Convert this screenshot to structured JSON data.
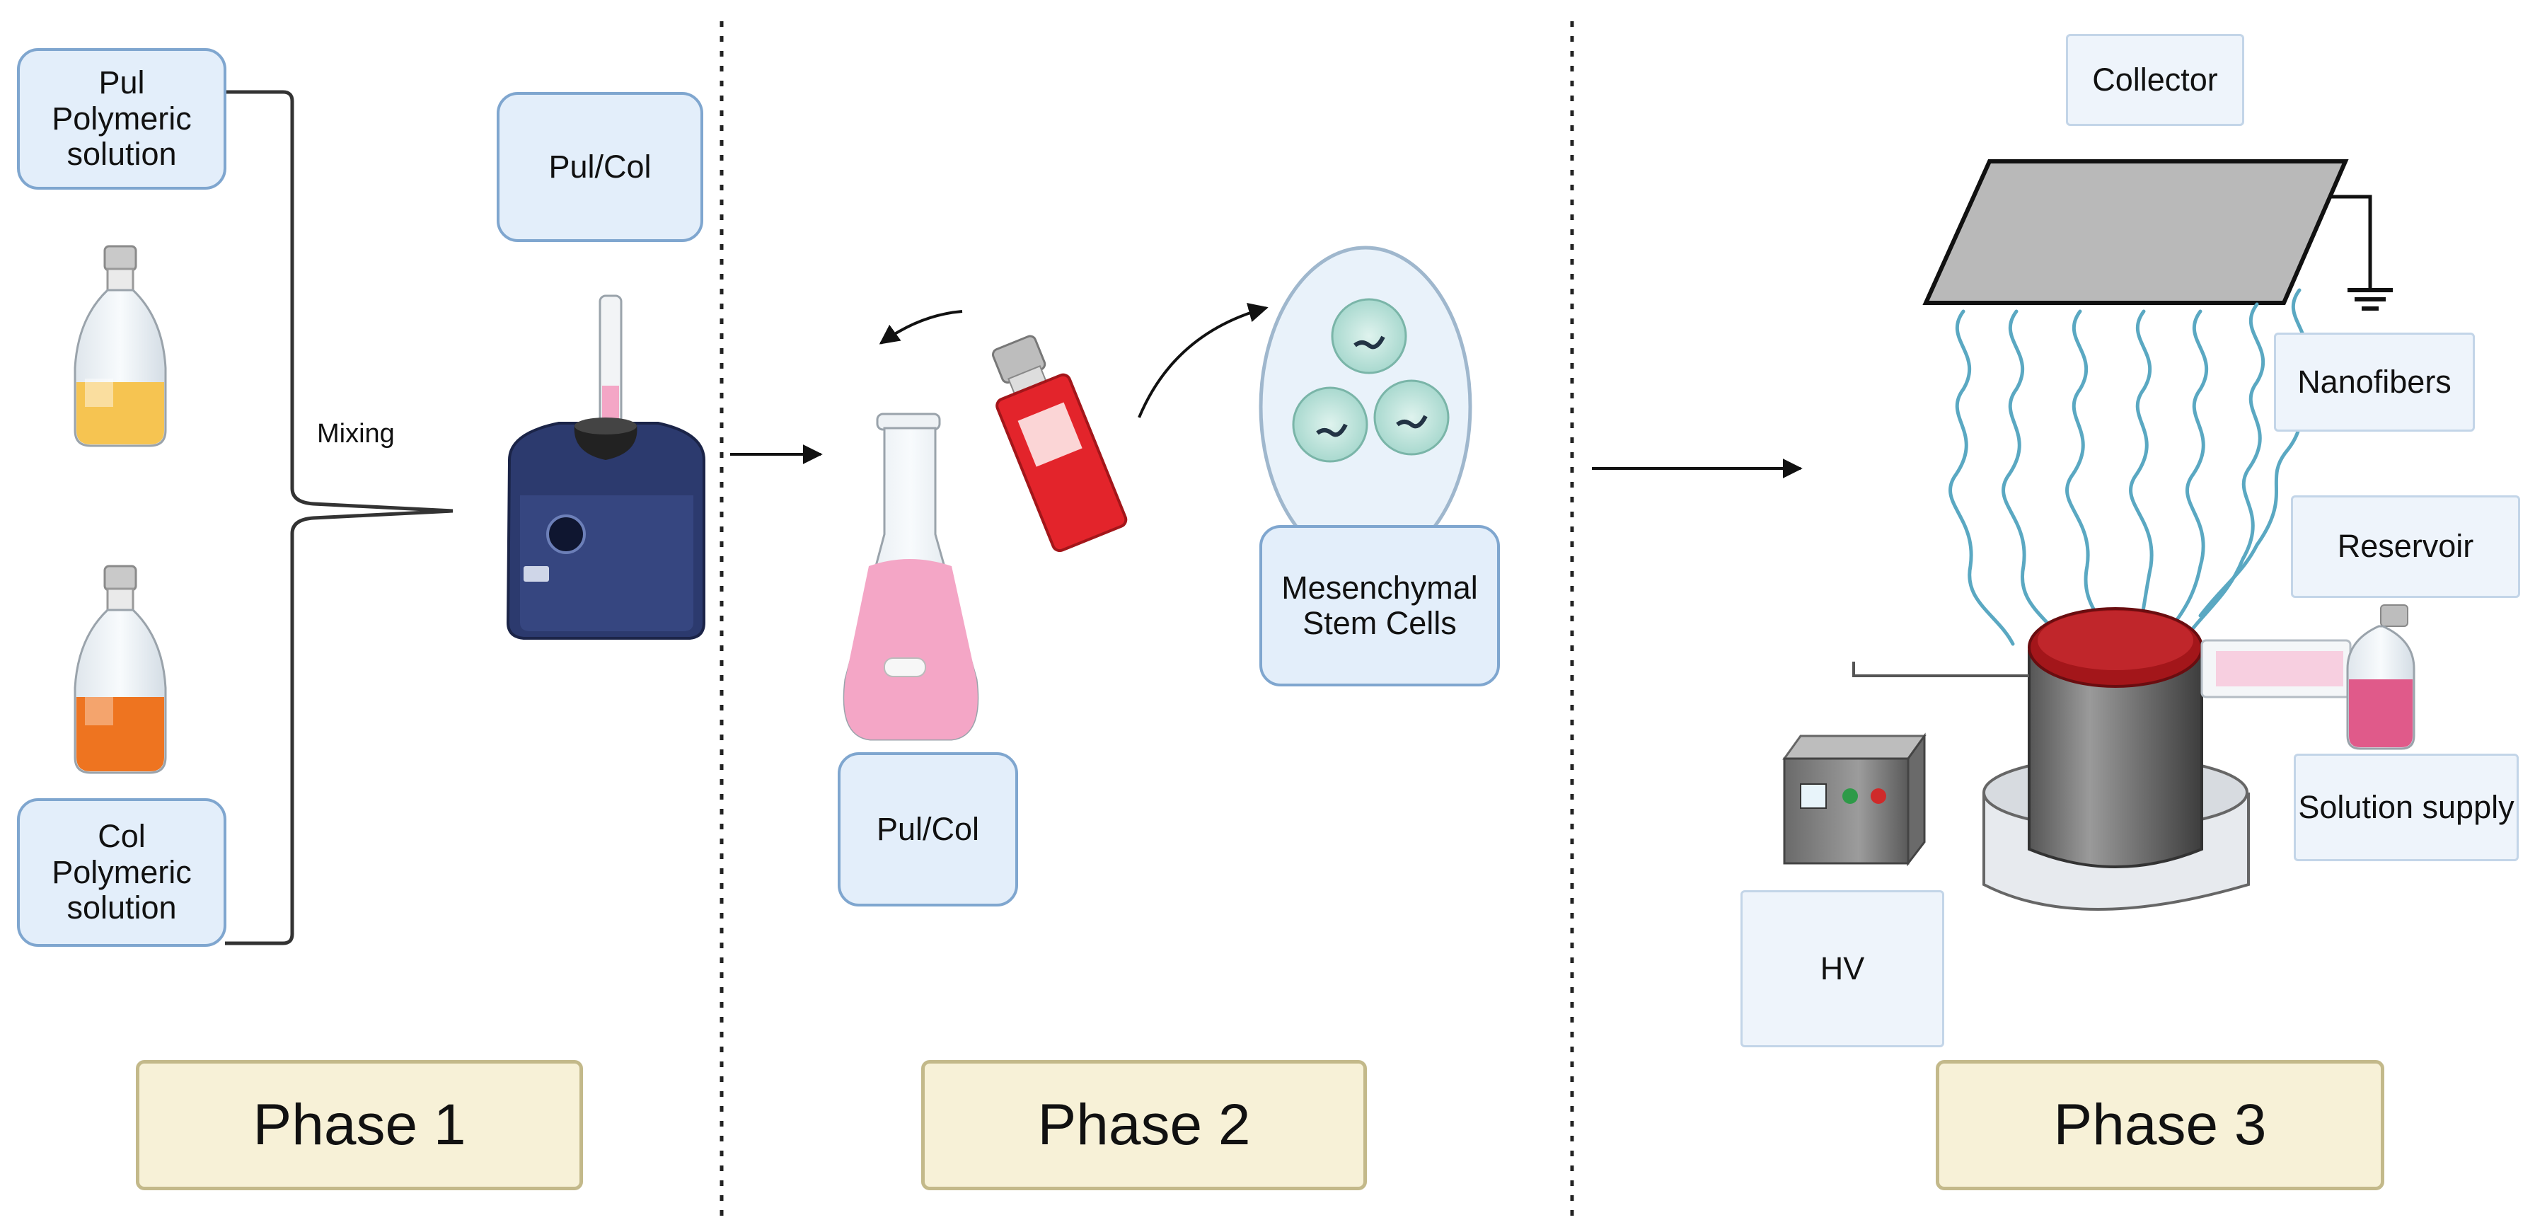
{
  "colors": {
    "label_fill": "#e3eefa",
    "label_border": "#7fa6cf",
    "phase_fill": "#f7f1d7",
    "phase_border": "#c3b98a",
    "pul_solution": "#f6c451",
    "col_solution": "#ee7420",
    "pul_col_mix": "#f4a6c6",
    "fiber": "#5aa8c2",
    "spinneret_cap": "#a3161a"
  },
  "phase1": {
    "pul_label": "Pul\nPolymeric\nsolution",
    "col_label": "Col\nPolymeric\nsolution",
    "mixing_label": "Mixing",
    "mix_label": "Pul/Col",
    "phase_label": "Phase 1"
  },
  "phase2": {
    "flask_label": "Pul/Col",
    "cells_label": "Mesenchymal\nStem Cells",
    "phase_label": "Phase 2"
  },
  "phase3": {
    "collector_label": "Collector",
    "nanofibers_label": "Nanofibers",
    "reservoir_label": "Reservoir",
    "supply_label": "Solution supply",
    "hv_label": "HV",
    "phase_label": "Phase 3"
  }
}
